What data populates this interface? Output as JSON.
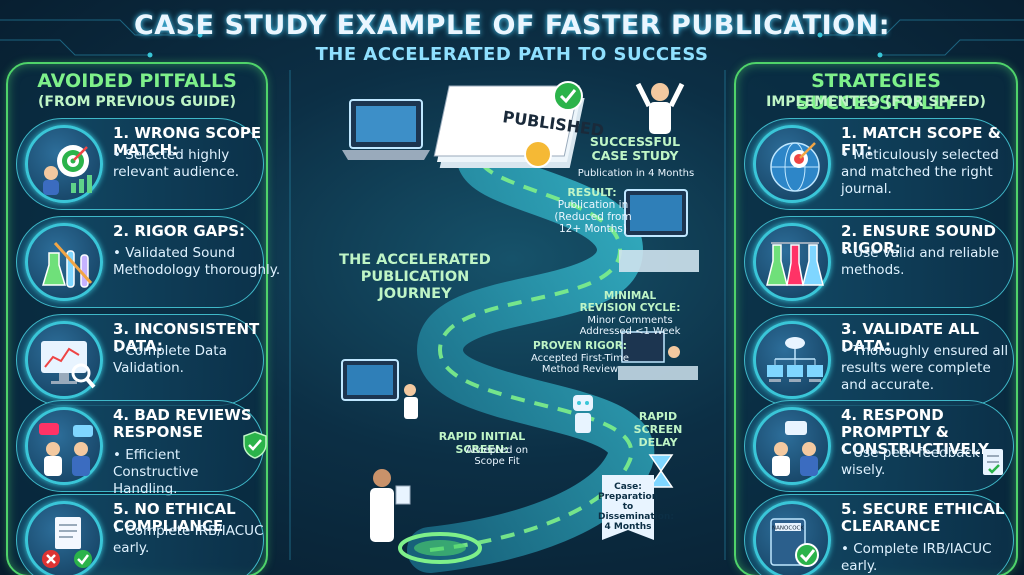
{
  "title": {
    "line1": "CASE STUDY EXAMPLE OF FASTER PUBLICATION:",
    "line2": "THE ACCELERATED PATH TO SUCCESS"
  },
  "left_panel": {
    "heading1": "AVOIDED PITFALLS",
    "heading2": "(FROM PREVIOUS GUIDE)",
    "items": [
      {
        "title": "1. WRONG SCOPE MATCH:",
        "body": "• Selected highly relevant audience."
      },
      {
        "title": "2. RIGOR GAPS:",
        "body": "• Validated Sound Methodology thoroughly."
      },
      {
        "title": "3. INCONSISTENT DATA:",
        "body": "• Complete Data Validation."
      },
      {
        "title": "4. BAD REVIEWS RESPONSE",
        "body": "• Efficient Constructive Handling."
      },
      {
        "title": "5. NO ETHICAL COMPLIANCE",
        "body": "• Complete IRB/IACUC early."
      }
    ]
  },
  "right_panel": {
    "heading1": "STRATEGIES SUCCESSFULLY",
    "heading2": "IMPLEMENTED (FOR SPEED)",
    "items": [
      {
        "title": "1. MATCH SCOPE & FIT:",
        "body": "• Meticulously selected and matched the right journal."
      },
      {
        "title": "2. ENSURE Sound Rigor:",
        "body": "• Use valid and reliable methods."
      },
      {
        "title": "3. VALIDATE ALL DATA:",
        "body": "• Thoroughly ensured all results were complete and accurate."
      },
      {
        "title": "4. RESPOND PROMPTLY & CONSTRUCTIVELY",
        "body": "• Use peer feedback wisely."
      },
      {
        "title": "5. SECURE ETHICAL CLEARANCE",
        "body": "• Complete IRB/IACUC early."
      }
    ]
  },
  "center": {
    "published": "PUBLISHED",
    "journey_line1": "THE ACCELERATED",
    "journey_line2": "PUBLICATION",
    "journey_line3": "JOURNEY",
    "success_title1": "SUCCESSFUL",
    "success_title2": "CASE STUDY",
    "success_sub": "Publication in 4 Months",
    "result_title": "RESULT:",
    "result_line1": "Publication in",
    "result_line2": "(Reduced from",
    "result_line3": "12+ Months)",
    "revision_title1": "MINIMAL",
    "revision_title2": "REVISION CYCLE:",
    "revision_sub1": "Minor Comments",
    "revision_sub2": "Addressed <1 Week",
    "rigor_title": "PROVEN RIGOR:",
    "rigor_sub1": "Accepted First-Time",
    "rigor_sub2": "Method Review",
    "rapid_delay1": "RAPID",
    "rapid_delay2": "SCREEN",
    "rapid_delay3": "DELAY",
    "initial_title1": "RAPID INITIAL",
    "initial_title2": "SCREEN:",
    "initial_sub1": "Accepted on",
    "initial_sub2": "Scope Fit",
    "case_line1": "Case:",
    "case_line2": "Preparation to",
    "case_line3": "Dissemination:",
    "case_line4": "4 Months",
    "book_label": "NANOCOCK"
  },
  "colors": {
    "accent_green": "#4fd36a",
    "accent_cyan": "#3ac6d8",
    "background": "#0c2f45"
  },
  "icons": {
    "left": [
      "target-icon",
      "test-tubes-icon",
      "chart-magnifier-icon",
      "speech-bubbles-icon",
      "document-shield-icon"
    ],
    "right": [
      "globe-target-icon",
      "flasks-icon",
      "network-screens-icon",
      "feedback-people-icon",
      "book-check-icon"
    ]
  }
}
